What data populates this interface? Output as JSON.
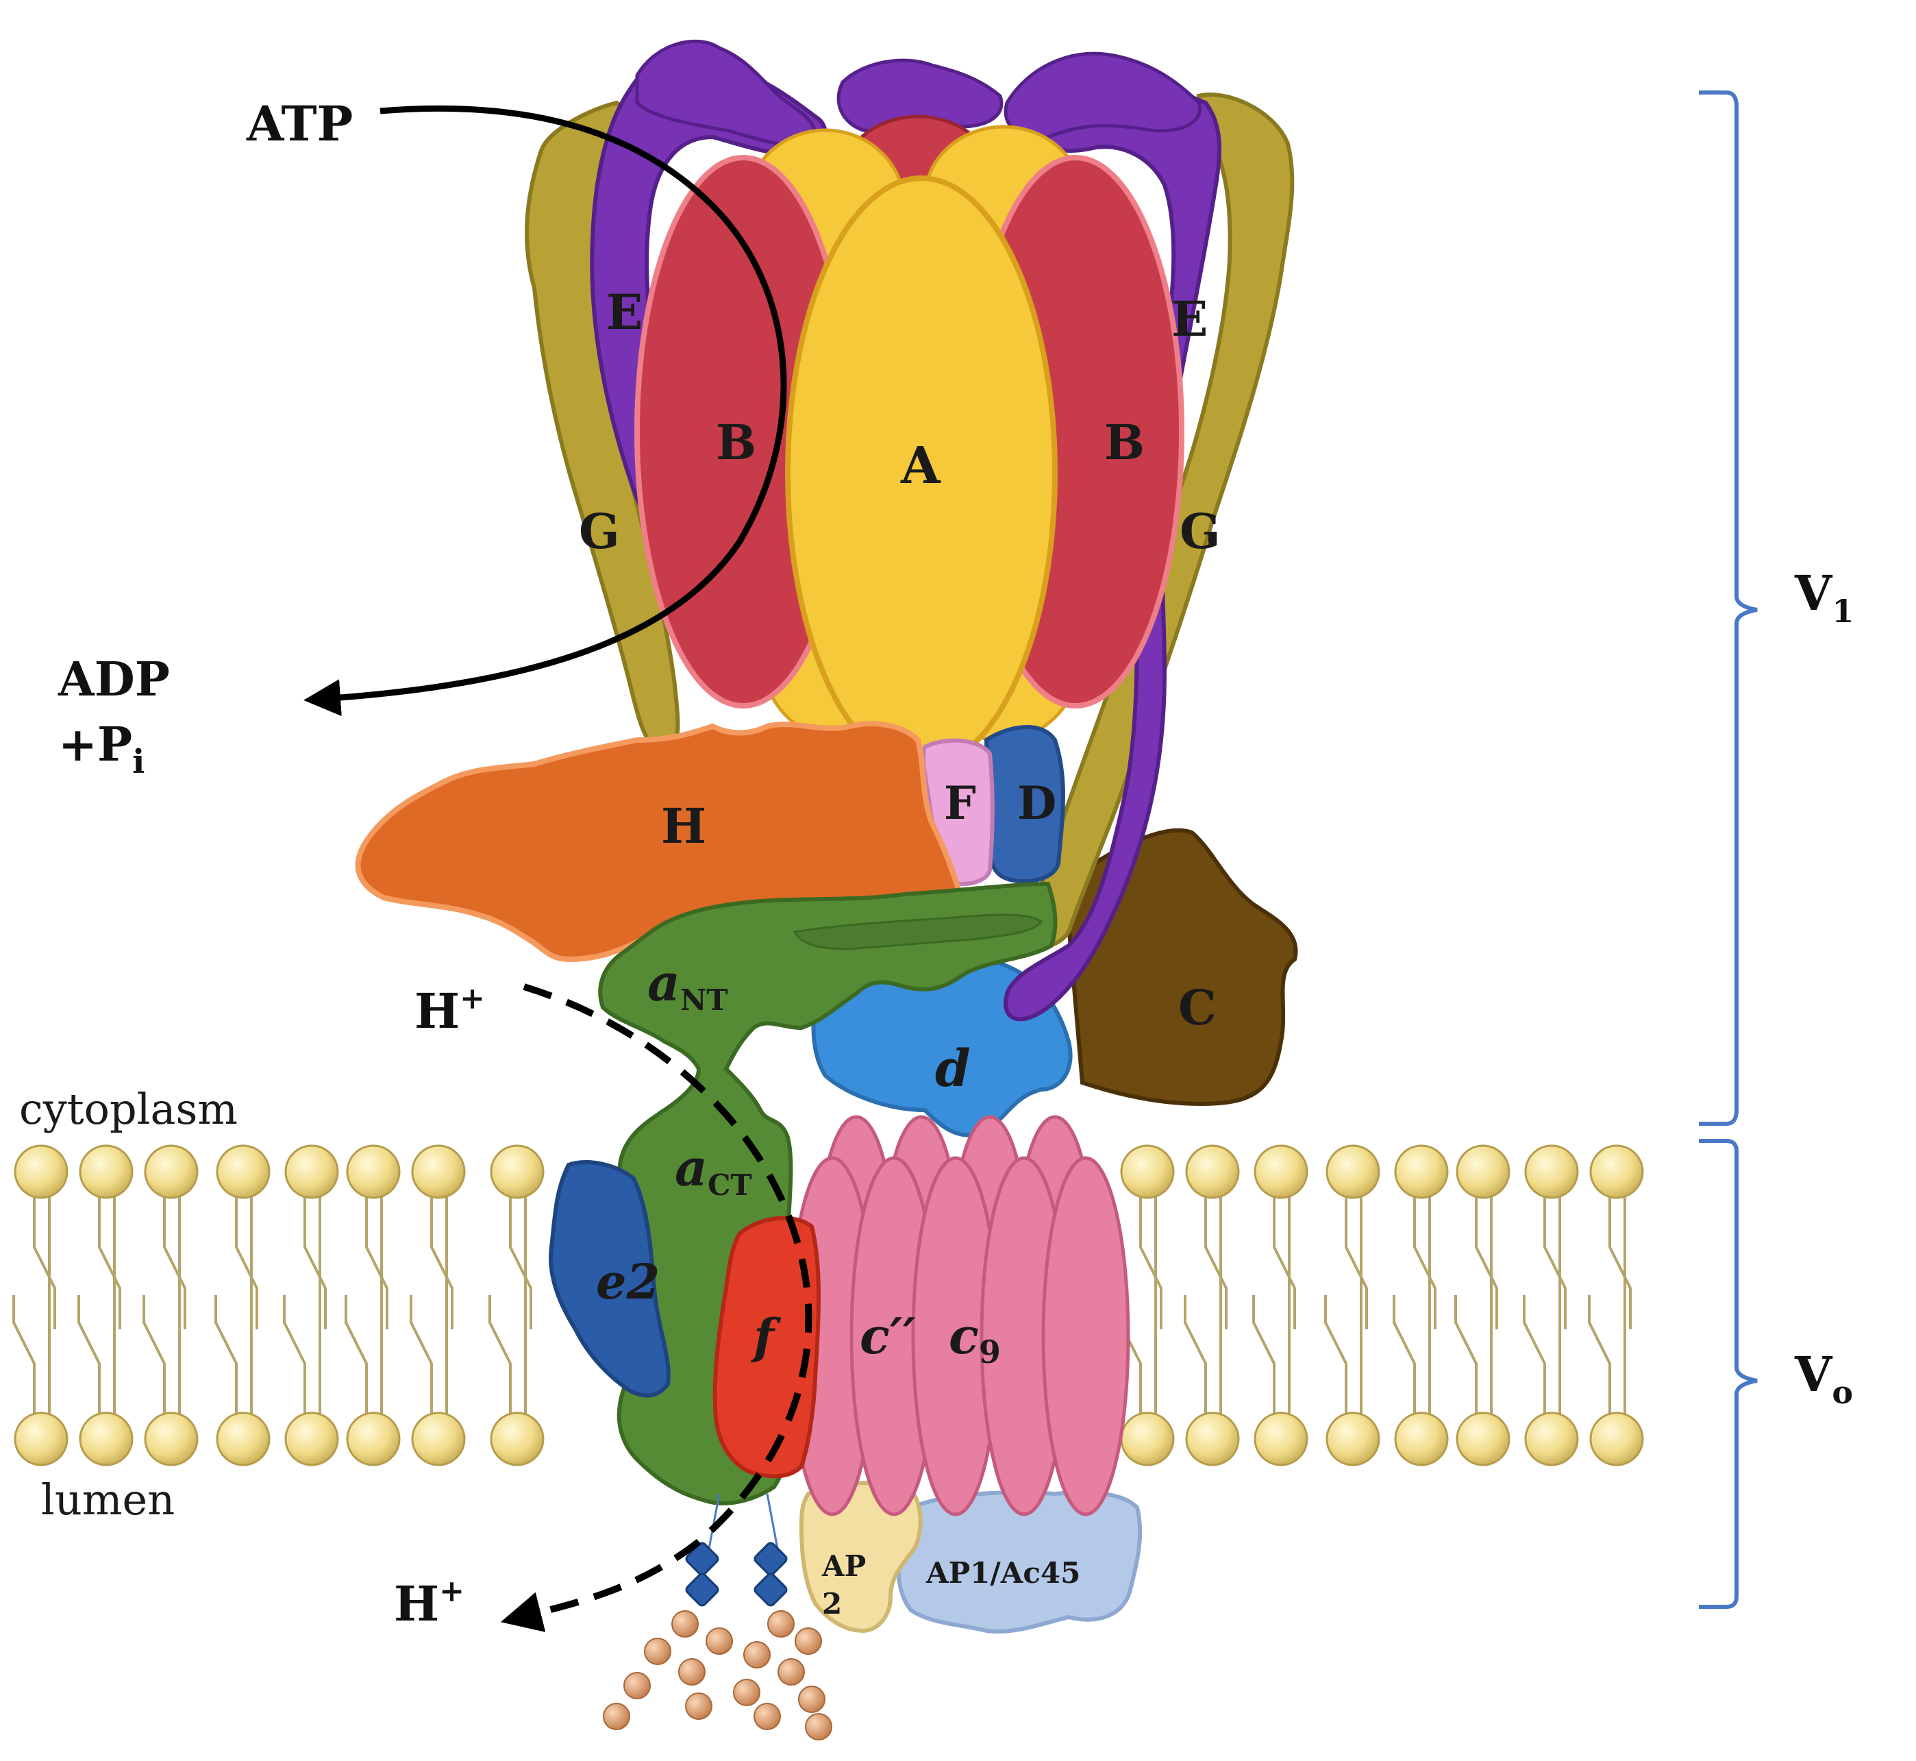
{
  "labels": {
    "atp": "ATP",
    "adp": "ADP",
    "pi_prefix": "+P",
    "pi_sub": "i",
    "h_top": "H",
    "h_bottom": "H",
    "h_sup": "+",
    "cytoplasm": "cytoplasm",
    "lumen": "lumen",
    "v1": "V",
    "v1_sub": "1",
    "vo": "V",
    "vo_sub": "o"
  },
  "subunits": {
    "A": "A",
    "B": "B",
    "E": "E",
    "G": "G",
    "H": "H",
    "F": "F",
    "D": "D",
    "C": "C",
    "d": "d",
    "a": "a",
    "a_nt_sub": "NT",
    "a_ct_sub": "CT",
    "e2": "e2",
    "f": "f",
    "c_dd": "c′′",
    "c": "c",
    "c_sub": "9",
    "ap2_line1": "AP",
    "ap2_line2": "2",
    "ap1": "AP1/Ac45"
  },
  "colors": {
    "subunit_A": "#f6c93a",
    "subunit_B": "#c73b4a",
    "subunit_E": "#7733b3",
    "subunit_G": "#b8a236",
    "subunit_H": "#df6a25",
    "subunit_F": "#eba6dc",
    "subunit_D": "#3465b0",
    "subunit_C": "#6d4a10",
    "subunit_d": "#3a8fdc",
    "subunit_a": "#568b35",
    "subunit_e2": "#2a5ca8",
    "subunit_f": "#e23b28",
    "subunit_c": "#e67fa0",
    "subunit_AP2": "#f4dfa3",
    "subunit_AP1": "#b4c9e8",
    "lipid_head": "#f1dc8a",
    "bracket": "#4a78c8",
    "glycan": "#e8a978"
  }
}
